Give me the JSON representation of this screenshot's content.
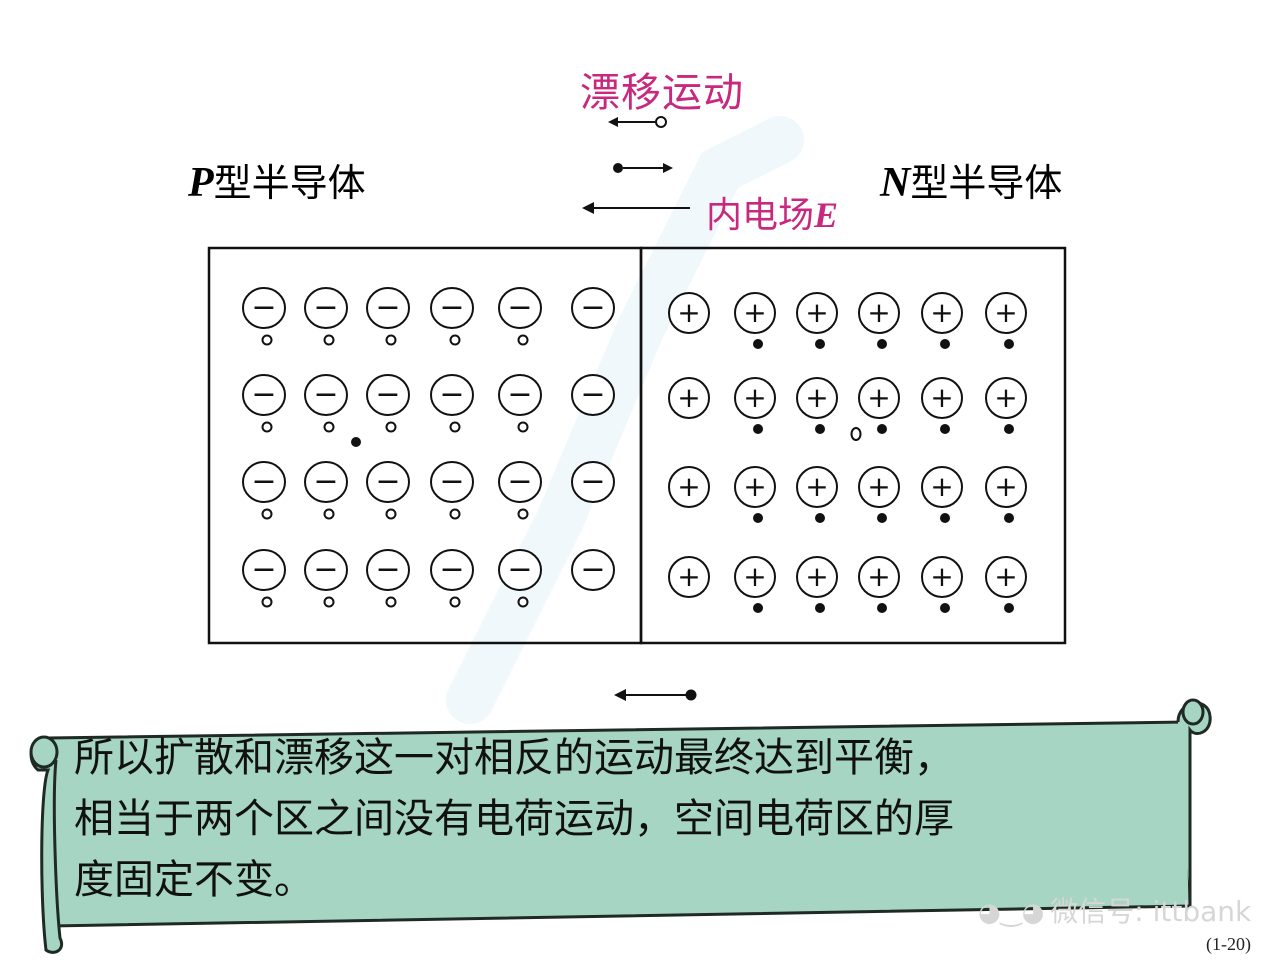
{
  "diagram": {
    "drift_title": "漂移运动",
    "field_label_text": "内电场",
    "field_label_symbol": "E",
    "p_region_letter": "P",
    "p_region_suffix": "型半导体",
    "n_region_letter": "N",
    "n_region_suffix": "型半导体",
    "negative_ion_symbol": "−",
    "positive_ion_symbol": "+",
    "p_region": {
      "rows": 4,
      "columns": 6,
      "carrier": "hole"
    },
    "n_region": {
      "rows": 4,
      "columns": 6,
      "carrier": "electron"
    }
  },
  "caption": {
    "lines": [
      "所以扩散和漂移这一对相反的运动最终达到平衡，",
      "相当于两个区之间没有电荷运动，空间电荷区的厚",
      "度固定不变。"
    ]
  },
  "watermark": {
    "icon": "wechat-icon",
    "text": "微信号: ittbank"
  },
  "page_number": "(1-20)",
  "colors": {
    "accent_magenta": "#c8287d",
    "scroll_fill": "#a7d5c3",
    "scroll_stroke": "#1f2a24",
    "ink": "#111111"
  }
}
